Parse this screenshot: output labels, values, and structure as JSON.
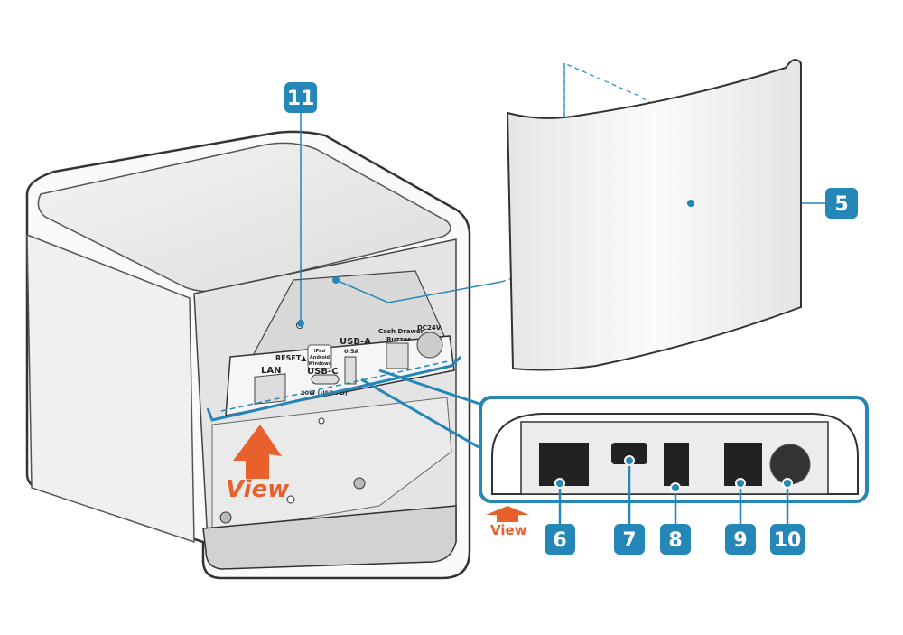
{
  "colors": {
    "callout": "#2586b8",
    "view_arrow": "#e8602c"
  },
  "callouts": {
    "c5": "5",
    "c6": "6",
    "c7": "7",
    "c8": "8",
    "c9": "9",
    "c10": "10",
    "c11": "11"
  },
  "view_labels": {
    "main": "View",
    "inset": "View"
  },
  "panel_labels": {
    "reset": "RESET▲",
    "os_line1": "iPad",
    "os_line2": "Android",
    "os_line3": "Windows",
    "lan": "LAN",
    "usb_c": "USB-C",
    "usb_c_power": "20W (USB PD)",
    "usb_a": "USB-A",
    "usb_a_current": "0.5A",
    "cash_drawer_line1": "Cash Drawer",
    "cash_drawer_line2": "Buzzer",
    "dc": "DC24V"
  }
}
